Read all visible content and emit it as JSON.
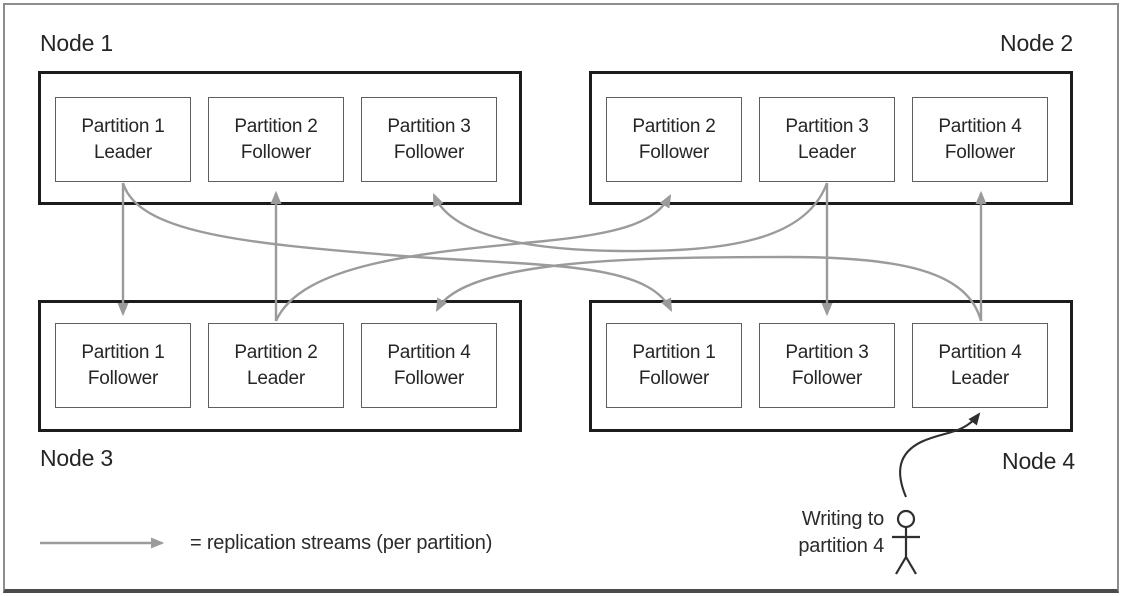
{
  "diagram_type": "partition replication across nodes",
  "nodes": [
    {
      "label": "Node 1",
      "label_position": "top-left",
      "partitions": [
        {
          "name": "Partition 1",
          "role": "Leader"
        },
        {
          "name": "Partition 2",
          "role": "Follower"
        },
        {
          "name": "Partition 3",
          "role": "Follower"
        }
      ]
    },
    {
      "label": "Node 2",
      "label_position": "top-right",
      "partitions": [
        {
          "name": "Partition 2",
          "role": "Follower"
        },
        {
          "name": "Partition 3",
          "role": "Leader"
        },
        {
          "name": "Partition 4",
          "role": "Follower"
        }
      ]
    },
    {
      "label": "Node 3",
      "label_position": "bottom-left",
      "partitions": [
        {
          "name": "Partition 1",
          "role": "Follower"
        },
        {
          "name": "Partition 2",
          "role": "Leader"
        },
        {
          "name": "Partition 4",
          "role": "Follower"
        }
      ]
    },
    {
      "label": "Node 4",
      "label_position": "bottom-right",
      "partitions": [
        {
          "name": "Partition 1",
          "role": "Follower"
        },
        {
          "name": "Partition 3",
          "role": "Follower"
        },
        {
          "name": "Partition 4",
          "role": "Leader"
        }
      ]
    }
  ],
  "replication_streams": [
    {
      "partition": "Partition 1",
      "from": "Node 1",
      "to": "Node 3"
    },
    {
      "partition": "Partition 1",
      "from": "Node 1",
      "to": "Node 4"
    },
    {
      "partition": "Partition 2",
      "from": "Node 3",
      "to": "Node 1"
    },
    {
      "partition": "Partition 2",
      "from": "Node 3",
      "to": "Node 2"
    },
    {
      "partition": "Partition 3",
      "from": "Node 2",
      "to": "Node 1"
    },
    {
      "partition": "Partition 3",
      "from": "Node 2",
      "to": "Node 4"
    },
    {
      "partition": "Partition 4",
      "from": "Node 4",
      "to": "Node 2"
    },
    {
      "partition": "Partition 4",
      "from": "Node 4",
      "to": "Node 3"
    }
  ],
  "legend": {
    "text": "= replication streams (per partition)"
  },
  "annotation": {
    "line1": "Writing to",
    "line2": "partition 4"
  },
  "colors": {
    "stream_arrow": "#9b9b9b",
    "write_arrow": "#2f2f2f",
    "node_border": "#1c1c1c",
    "partition_border": "#5f5f5f",
    "frame_border": "#8d8d8d",
    "text": "#262626"
  }
}
